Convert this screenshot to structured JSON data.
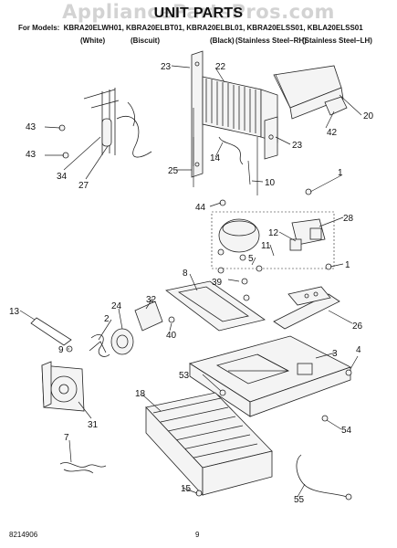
{
  "watermark": "AppliancePartsPros.com",
  "title": "UNIT PARTS",
  "models": {
    "prefix": "For Models:",
    "list": "KBRA20ELWH01, KBRA20ELBT01, KBRA20ELBL01, KBRA20ELSS01, KBLA20ELSS01",
    "colors": [
      "(White)",
      "(Biscuit)",
      "(Black)",
      "(Stainless Steel–RH)",
      "(Stainless Steel–LH)"
    ]
  },
  "callouts": [
    "23",
    "22",
    "20",
    "43",
    "42",
    "43",
    "14",
    "23",
    "34",
    "27",
    "25",
    "10",
    "1",
    "44",
    "28",
    "12",
    "11",
    "8",
    "5",
    "39",
    "1",
    "13",
    "32",
    "24",
    "2",
    "26",
    "9",
    "40",
    "3",
    "4",
    "53",
    "18",
    "31",
    "54",
    "7",
    "15",
    "55"
  ],
  "footer": {
    "doc_number": "8214906",
    "page_number": "9"
  }
}
